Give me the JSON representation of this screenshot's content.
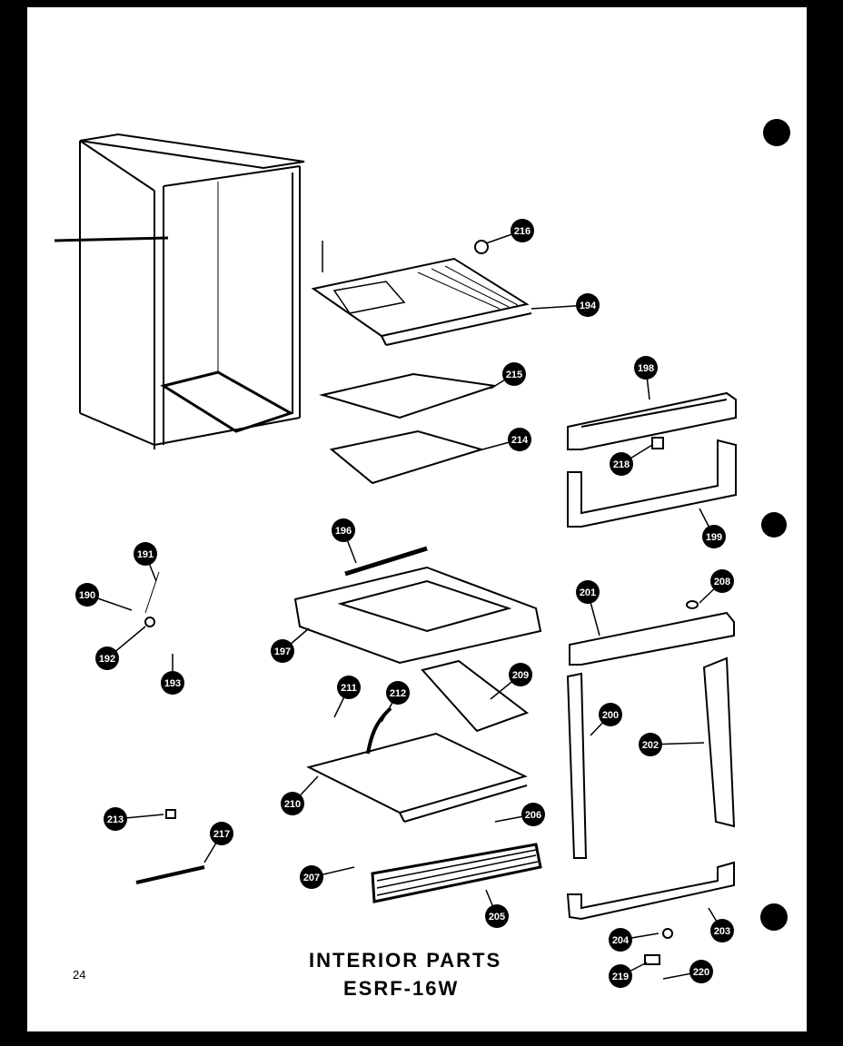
{
  "document": {
    "title": "INTERIOR PARTS",
    "model": "ESRF-16W",
    "page_number": "24"
  },
  "callouts": [
    {
      "id": "c216",
      "label": "216"
    },
    {
      "id": "c194",
      "label": "194"
    },
    {
      "id": "c215",
      "label": "215"
    },
    {
      "id": "c214",
      "label": "214"
    },
    {
      "id": "c198",
      "label": "198"
    },
    {
      "id": "c218",
      "label": "218"
    },
    {
      "id": "c199",
      "label": "199"
    },
    {
      "id": "c196",
      "label": "196"
    },
    {
      "id": "c191",
      "label": "191"
    },
    {
      "id": "c190",
      "label": "190"
    },
    {
      "id": "c192",
      "label": "192"
    },
    {
      "id": "c193",
      "label": "193"
    },
    {
      "id": "c197",
      "label": "197"
    },
    {
      "id": "c201",
      "label": "201"
    },
    {
      "id": "c208",
      "label": "208"
    },
    {
      "id": "c211",
      "label": "211"
    },
    {
      "id": "c212",
      "label": "212"
    },
    {
      "id": "c209",
      "label": "209"
    },
    {
      "id": "c200",
      "label": "200"
    },
    {
      "id": "c202",
      "label": "202"
    },
    {
      "id": "c210",
      "label": "210"
    },
    {
      "id": "c213",
      "label": "213"
    },
    {
      "id": "c206",
      "label": "206"
    },
    {
      "id": "c217",
      "label": "217"
    },
    {
      "id": "c207",
      "label": "207"
    },
    {
      "id": "c205",
      "label": "205"
    },
    {
      "id": "c203",
      "label": "203"
    },
    {
      "id": "c204",
      "label": "204"
    },
    {
      "id": "c219",
      "label": "219"
    },
    {
      "id": "c220",
      "label": "220"
    }
  ]
}
